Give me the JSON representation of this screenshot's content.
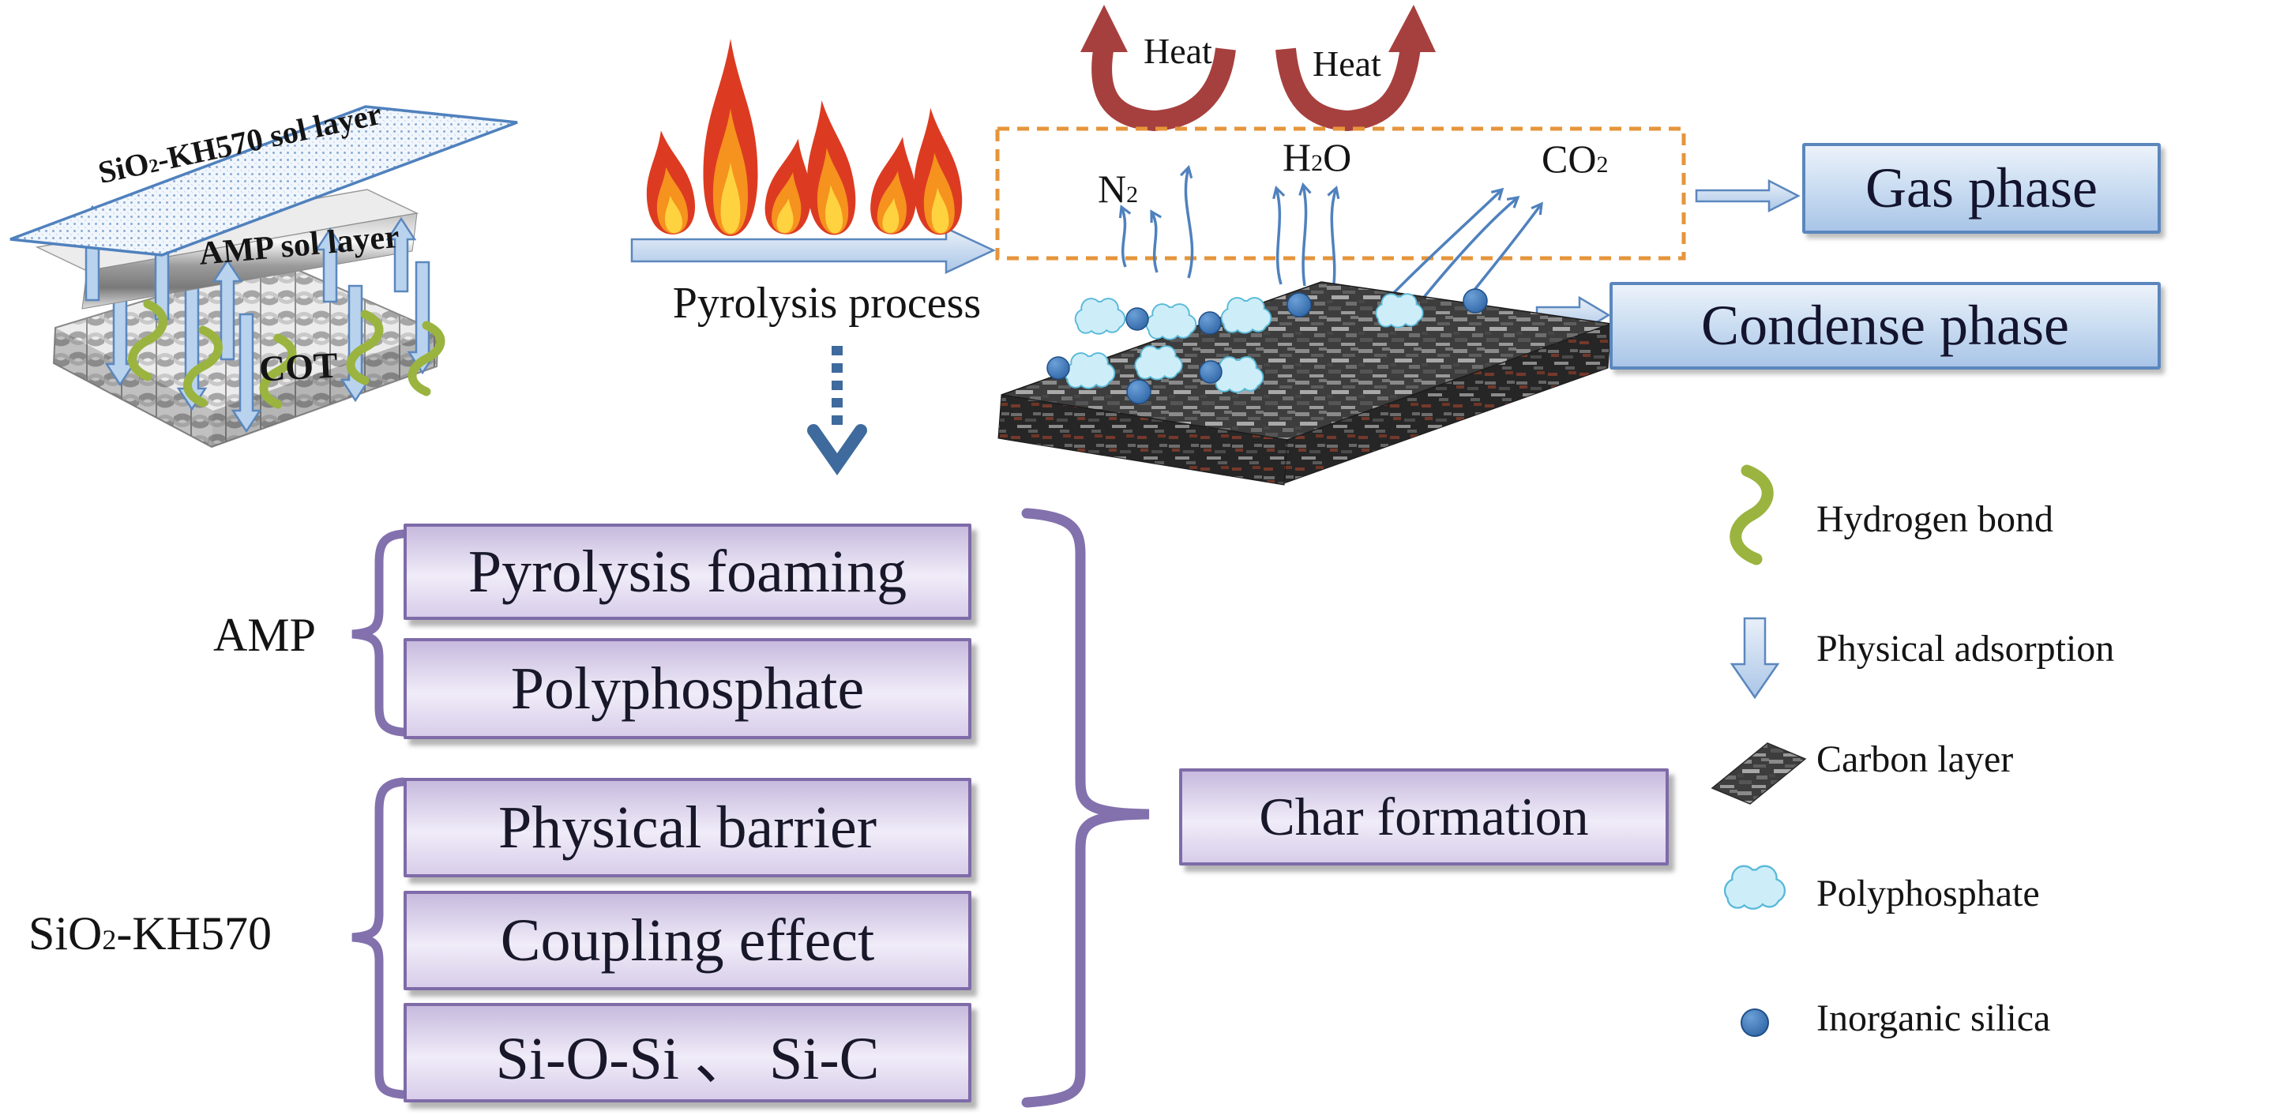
{
  "stack": {
    "top_layer": {
      "prefix": "SiO",
      "sub": "2",
      "suffix": "-KH570 sol layer"
    },
    "middle_layer": {
      "label": "AMP sol layer"
    },
    "bottom_layer": {
      "label": "COT"
    }
  },
  "process": {
    "arrow_label": "Pyrolysis process"
  },
  "heat_arrows": {
    "left": "Heat",
    "right": "Heat"
  },
  "gas_labels": {
    "n2": {
      "prefix": "N",
      "sub": "2",
      "suffix": ""
    },
    "h2o": {
      "prefix": "H",
      "sub": "2",
      "suffix": "O"
    },
    "co2": {
      "prefix": "CO",
      "sub": "2",
      "suffix": ""
    }
  },
  "phase_boxes": {
    "gas": "Gas phase",
    "condense": "Condense phase"
  },
  "flowchart": {
    "amp": {
      "label": "AMP",
      "boxes": [
        "Pyrolysis foaming",
        "Polyphosphate"
      ]
    },
    "sio2": {
      "label_prefix": "SiO",
      "label_sub": "2",
      "label_suffix": "-KH570",
      "boxes": [
        "Physical barrier",
        "Coupling effect",
        "Si-O-Si 、 Si-C"
      ]
    },
    "result": "Char formation"
  },
  "legend": {
    "items": [
      {
        "icon": "hydrogen-bond-icon",
        "label": "Hydrogen bond"
      },
      {
        "icon": "physical-adsorption-icon",
        "label": "Physical adsorption"
      },
      {
        "icon": "carbon-layer-icon",
        "label": "Carbon layer"
      },
      {
        "icon": "polyphosphate-icon",
        "label": "Polyphosphate"
      },
      {
        "icon": "inorganic-silica-icon",
        "label": "Inorganic silica"
      }
    ]
  },
  "colors": {
    "accent_blue": "#4f81bd",
    "blue_border": "#5b87bd",
    "purple": "#7e6ba8",
    "dashed_orange": "#e6953b",
    "heat_red": "#a6403e",
    "bond_green": "#9ab43f",
    "flame_red": "#dc3b22",
    "flame_orange": "#f6921e",
    "flame_yellow": "#ffd23f",
    "cloud_fill": "#cdeef8",
    "cloud_border": "#59b9d9",
    "silica_blue": "#2f6db5"
  }
}
